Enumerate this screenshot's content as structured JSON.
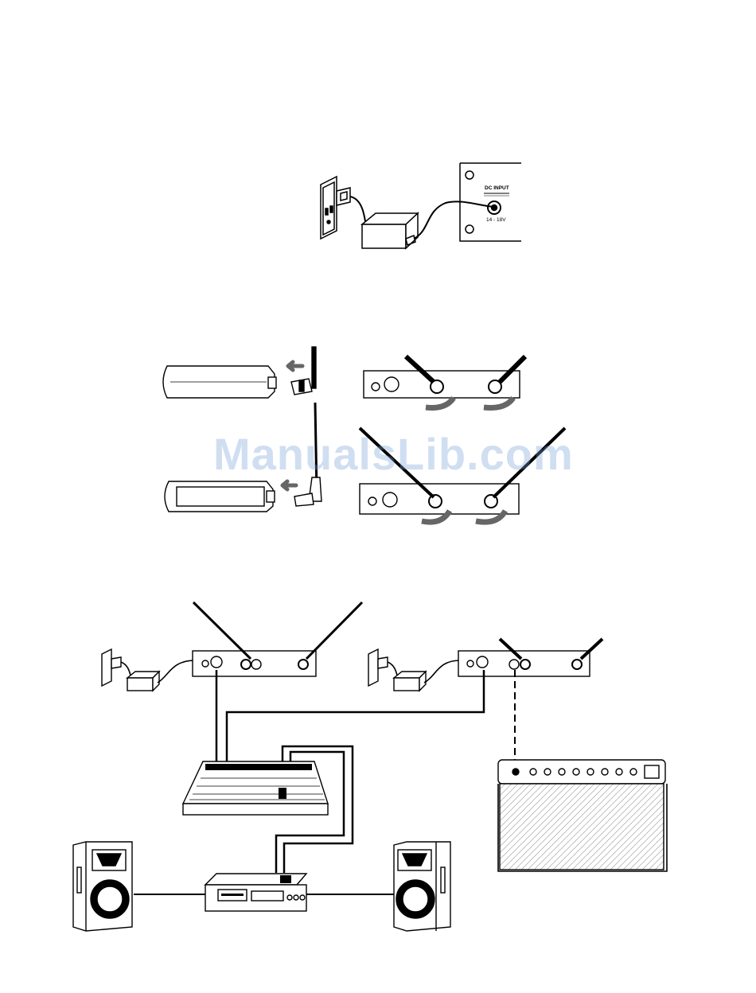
{
  "figure1": {
    "panel_label": "DC INPUT",
    "voltage": "14 - 18V"
  },
  "watermark": "ManualsLib.com",
  "colors": {
    "ink": "#000000",
    "paper": "#ffffff",
    "watermark": "#8fb3e0"
  }
}
